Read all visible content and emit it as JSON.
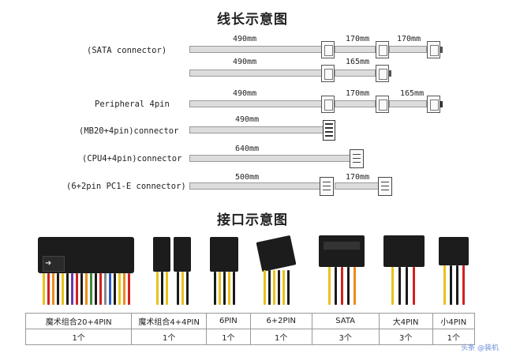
{
  "titles": {
    "wire_length": "线长示意图",
    "interface": "接口示意图"
  },
  "cables": [
    {
      "label": "(SATA connector)",
      "segments": [
        "490mm",
        "170mm",
        "170mm"
      ]
    },
    {
      "label": "",
      "segments": [
        "490mm",
        "165mm"
      ]
    },
    {
      "label": "Peripheral 4pin",
      "segments": [
        "490mm",
        "170mm",
        "165mm"
      ]
    },
    {
      "label": "(MB20+4pin)connector",
      "segments": [
        "490mm"
      ]
    },
    {
      "label": "(CPU4+4pin)connector",
      "segments": [
        "640mm"
      ]
    },
    {
      "label": "(6+2pin PC1-E connector)",
      "segments": [
        "500mm",
        "170mm"
      ]
    }
  ],
  "table": {
    "headers": [
      "魔术组合20+4PIN",
      "魔术组合4+4PIN",
      "6PIN",
      "6+2PIN",
      "SATA",
      "大4PIN",
      "小4PIN"
    ],
    "counts": [
      "1个",
      "1个",
      "1个",
      "1个",
      "3个",
      "3个",
      "1个"
    ]
  },
  "colors": {
    "cable_fill": "#dcdcdc",
    "cable_border": "#9a9a9a",
    "wire_yellow": "#e8c21a",
    "wire_black": "#1a1a1a",
    "wire_red": "#d32020",
    "wire_orange": "#f08a1a",
    "watermark": "#6b8fd6"
  },
  "watermark": "头条 @装机"
}
